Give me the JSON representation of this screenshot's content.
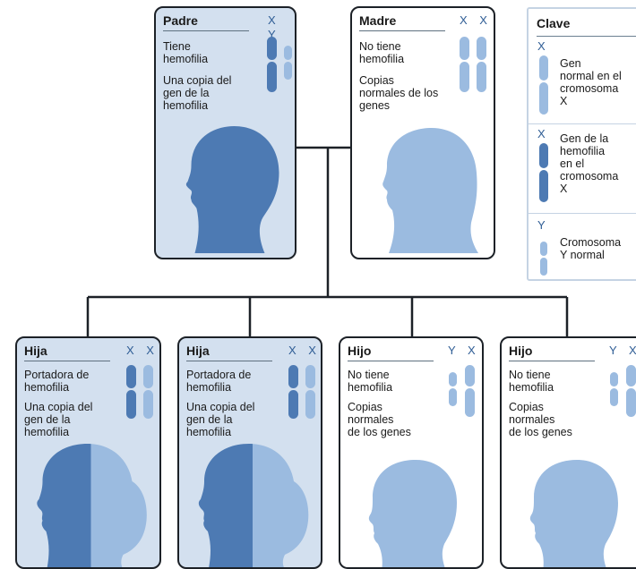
{
  "colors": {
    "affected_blue": "#4d7ab3",
    "normal_blue": "#9bbbe0",
    "card_shaded": "#d3e0ef",
    "line": "#1c2127"
  },
  "cards": {
    "padre": {
      "title": "Padre",
      "chromosomes": "X Y",
      "line1": "Tiene\nhemofilia",
      "line2": "Una copia del\ngen de la\nhemofilia"
    },
    "madre": {
      "title": "Madre",
      "chromosomes": "X X",
      "line1": "No tiene\nhemofilia",
      "line2": "Copias\nnormales de los\ngenes"
    },
    "hija1": {
      "title": "Hija",
      "chromosomes": "X X",
      "line1": "Portadora de\nhemofilia",
      "line2": "Una copia del\ngen de la\nhemofilia"
    },
    "hija2": {
      "title": "Hija",
      "chromosomes": "X X",
      "line1": "Portadora de\nhemofilia",
      "line2": "Una copia del\ngen de la\nhemofilia"
    },
    "hijo1": {
      "title": "Hijo",
      "chromosomes": "Y X",
      "line1": "No tiene\nhemofilia",
      "line2": "Copias\nnormales\nde los genes"
    },
    "hijo2": {
      "title": "Hijo",
      "chromosomes": "Y X",
      "line1": "No tiene\nhemofilia",
      "line2": "Copias\nnormales\nde los genes"
    }
  },
  "legend": {
    "title": "Clave",
    "items": [
      {
        "label": "X",
        "text": "Gen\nnormal en el\ncromosoma\nX"
      },
      {
        "label": "X",
        "text": "Gen de la\nhemofilia\nen el\ncromosoma\nX"
      },
      {
        "label": "Y",
        "text": "Cromosoma\nY normal"
      }
    ]
  }
}
